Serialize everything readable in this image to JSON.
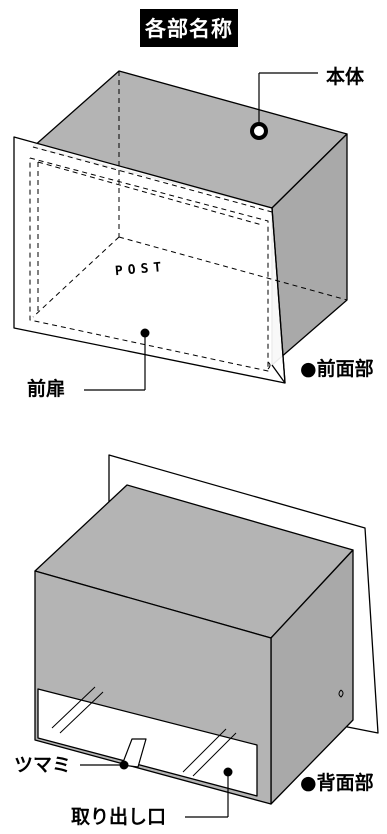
{
  "title": "各部名称",
  "labels": {
    "body": "本体",
    "front_part": "●前面部",
    "door": "前扉",
    "back_part": "●背面部",
    "knob": "ツマミ",
    "outlet": "取り出し口"
  },
  "post_text": "POST",
  "colors": {
    "body_gray": "#b4b4b4",
    "line": "#000000",
    "title_bg": "#000000",
    "title_fg": "#ffffff"
  }
}
